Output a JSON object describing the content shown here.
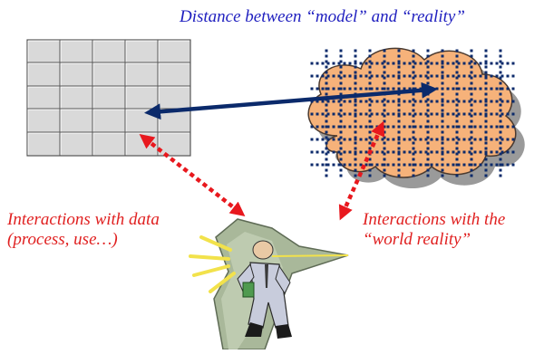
{
  "title": "Distance between “model” and “reality”",
  "left_label": {
    "line1": "Interactions with data",
    "line2": "(process, use…)"
  },
  "right_label": {
    "line1": "Interactions with the",
    "line2": "“world reality”"
  },
  "grid": {
    "rows": 5,
    "cols": 5
  },
  "icons": [
    "data-table-icon",
    "reality-cloud-icon",
    "person-with-flashlight-icon"
  ],
  "colors": {
    "title": "#1f1fbf",
    "labels": "#e02020",
    "distance_arrow": "#0b2a6b",
    "interaction_arrows": "#e8181e",
    "cloud_fill": "#f6b27a",
    "cloud_dots": "#0b2a6b",
    "grid_fill": "#d9d9d9",
    "grid_lines": "#555555",
    "cape": "#a9b89a",
    "suit": "#c8ccdc"
  }
}
